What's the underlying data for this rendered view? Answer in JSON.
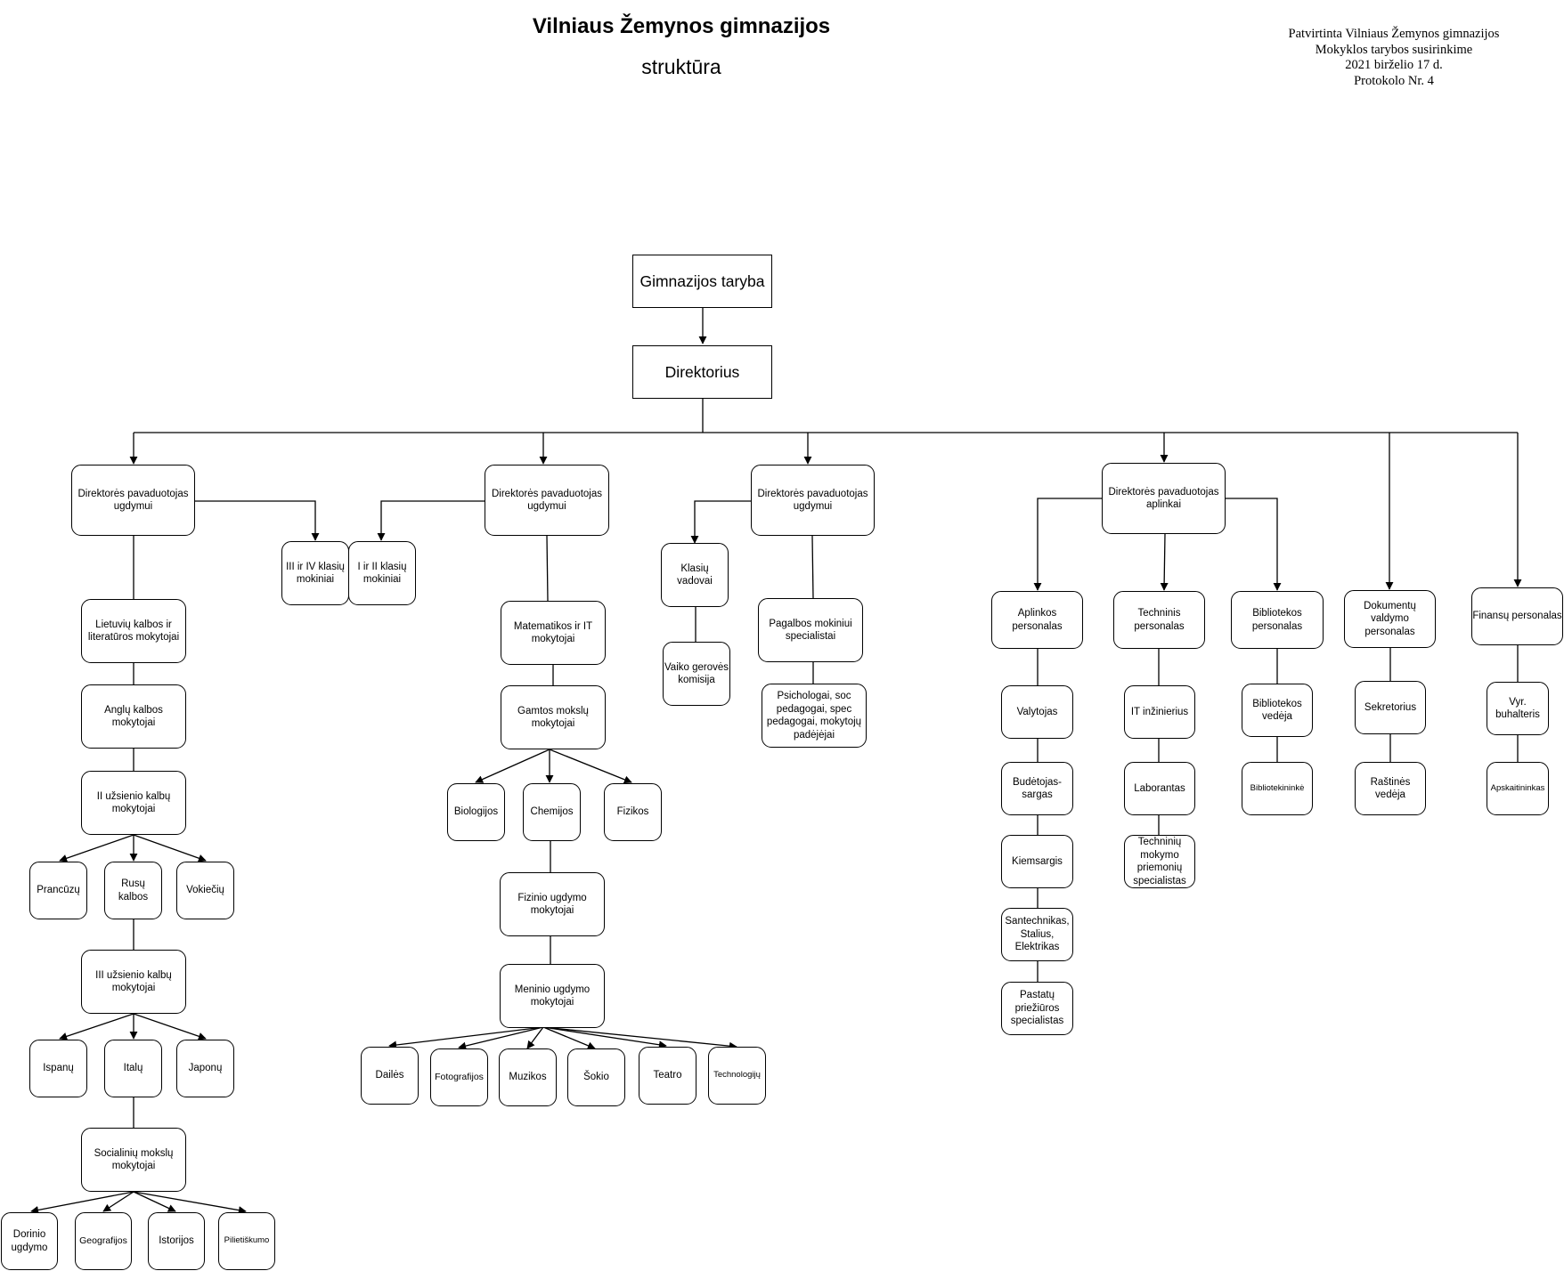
{
  "title": "Vilniaus Žemynos gimnazijos",
  "subtitle": "struktūra",
  "approval": [
    "Patvirtinta Vilniaus Žemynos gimnazijos",
    "Mokyklos tarybos susirinkime",
    "2021 birželio 17 d.",
    "Protokolo Nr. 4"
  ],
  "nodes": {
    "taryba": "Gimnazijos taryba",
    "direktorius": "Direktorius",
    "pav1": "Direktorės pavaduotojas ugdymui",
    "pav2": "Direktorės pavaduotojas ugdymui",
    "pav3": "Direktorės pavaduotojas ugdymui",
    "pav4": "Direktorės pavaduotojas aplinkai",
    "kl3_4": "III ir IV klasių mokiniai",
    "kl1_2": "I ir II klasių mokiniai",
    "lietuviu": "Lietuvių kalbos ir literatūros mokytojai",
    "anglu": "Anglų kalbos mokytojai",
    "ii_uzs": "II užsienio kalbų mokytojai",
    "prancuzu": "Prancūzų",
    "rusu": "Rusų kalbos",
    "vokieciu": "Vokiečių",
    "iii_uzs": "III užsienio kalbų mokytojai",
    "ispanu": "Ispanų",
    "italu": "Italų",
    "japonu": "Japonų",
    "socialiniu": "Socialinių mokslų mokytojai",
    "dorinio": "Dorinio ugdymo",
    "geografijos": "Geografijos",
    "istorijos": "Istorijos",
    "pilietiskumo": "Pilietiškumo",
    "matematikos": "Matematikos ir IT mokytojai",
    "gamtos": "Gamtos mokslų mokytojai",
    "biologijos": "Biologijos",
    "chemijos": "Chemijos",
    "fizikos": "Fizikos",
    "fizinio": "Fizinio ugdymo mokytojai",
    "meninio": "Meninio ugdymo mokytojai",
    "dailes": "Dailės",
    "fotografijos": "Fotografijos",
    "muzikos": "Muzikos",
    "sokio": "Šokio",
    "teatro": "Teatro",
    "technologiju": "Technologijų",
    "klasiu_vadovai": "Klasių vadovai",
    "vaiko_geroves": "Vaiko gerovės komisija",
    "pagalbos": "Pagalbos mokiniui specialistai",
    "psichologai": "Psichologai, soc pedagogai, spec pedagogai, mokytojų padėjėjai",
    "aplinkos": "Aplinkos personalas",
    "valytojas": "Valytojas",
    "budetojas": "Budėtojas-sargas",
    "kiemsargis": "Kiemsargis",
    "santechnikas": "Santechnikas, Stalius, Elektrikas",
    "pastatu": "Pastatų priežiūros specialistas",
    "techninis": "Techninis personalas",
    "it_inz": "IT inžinierius",
    "laborantas": "Laborantas",
    "techniniu_mok": "Techninių mokymo priemonių specialistas",
    "bibliotekos_pers": "Bibliotekos personalas",
    "bibliotekos_ved": "Bibliotekos vedėja",
    "bibliotekininke": "Bibliotekininkė",
    "dokumentu": "Dokumentų valdymo personalas",
    "sekretorius": "Sekretorius",
    "rastines": "Raštinės vedėja",
    "finansu": "Finansų personalas",
    "vyr_buh": "Vyr. buhalteris",
    "apskaitininkas": "Apskaitininkas"
  }
}
